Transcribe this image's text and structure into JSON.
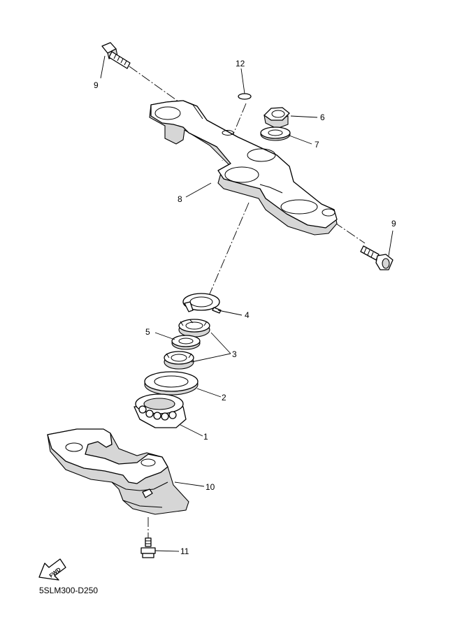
{
  "diagram_code": "5SLM300-D250",
  "fwd_label": "FWD",
  "callouts": [
    {
      "id": "1",
      "text": "1"
    },
    {
      "id": "2",
      "text": "2"
    },
    {
      "id": "3",
      "text": "3"
    },
    {
      "id": "4",
      "text": "4"
    },
    {
      "id": "5",
      "text": "5"
    },
    {
      "id": "6",
      "text": "6"
    },
    {
      "id": "7",
      "text": "7"
    },
    {
      "id": "8",
      "text": "8"
    },
    {
      "id": "9a",
      "text": "9"
    },
    {
      "id": "9b",
      "text": "9"
    },
    {
      "id": "10",
      "text": "10"
    },
    {
      "id": "11",
      "text": "11"
    },
    {
      "id": "12",
      "text": "12"
    }
  ]
}
